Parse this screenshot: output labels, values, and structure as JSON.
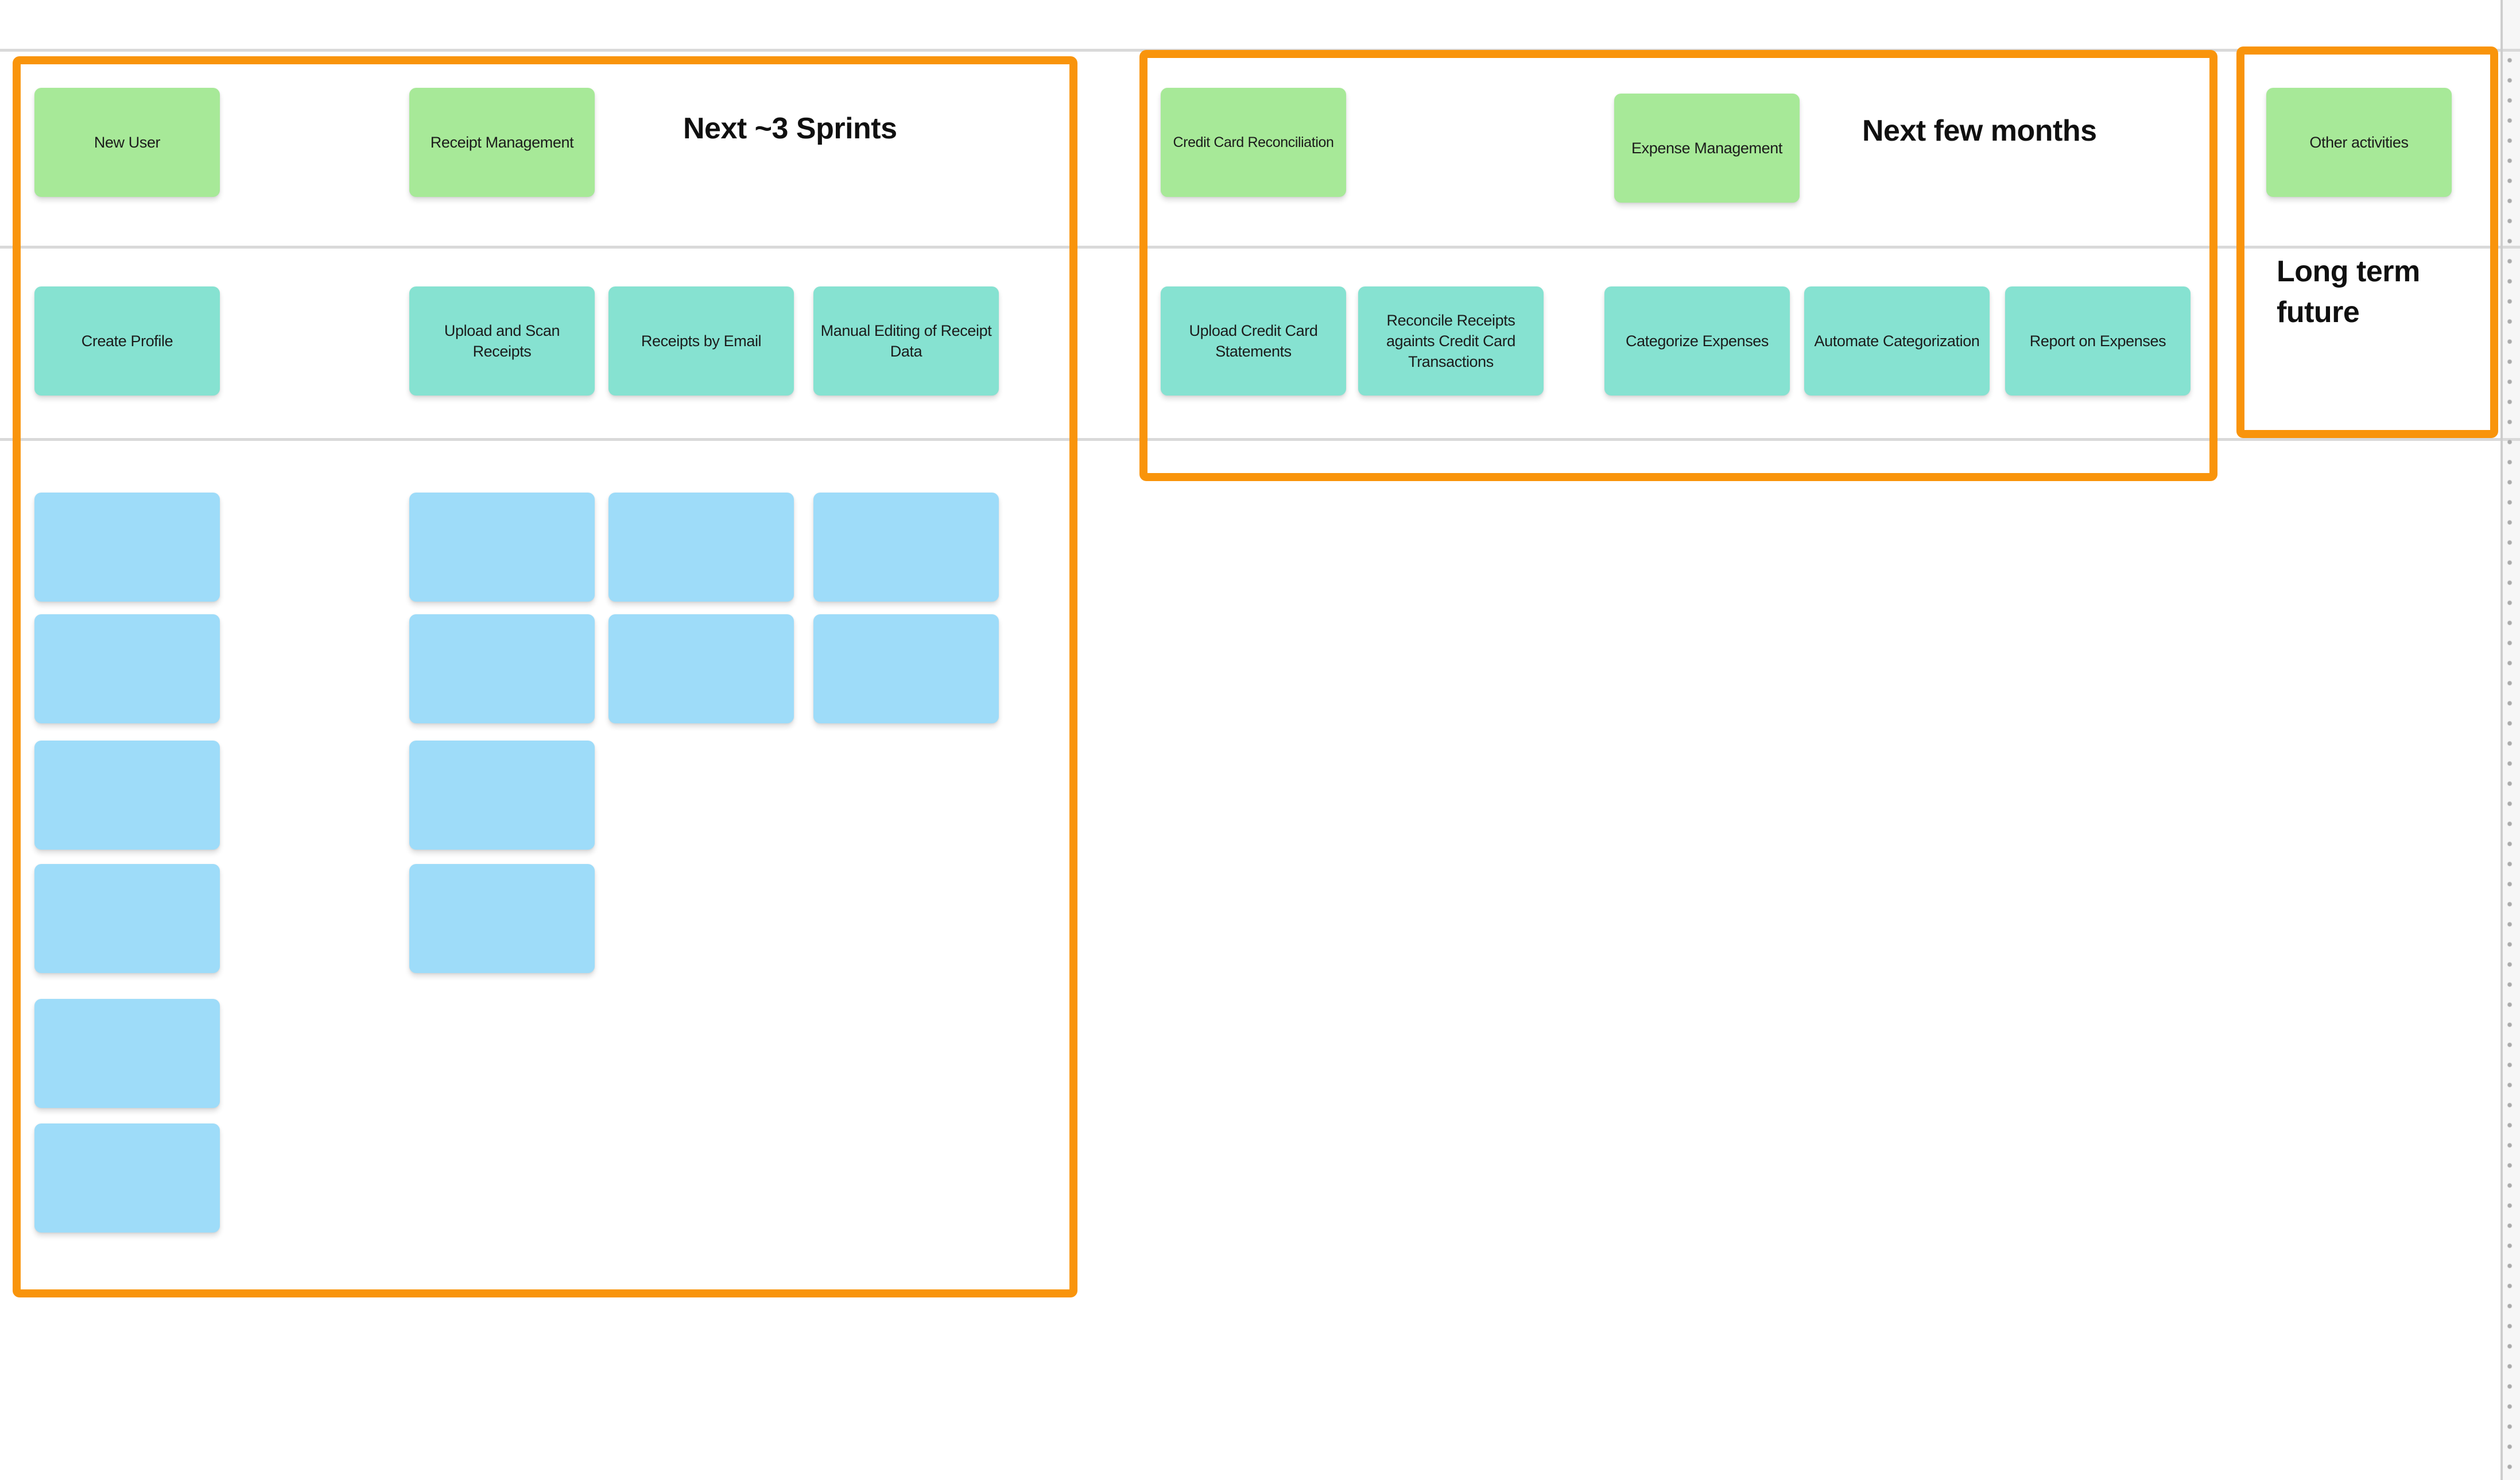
{
  "colors": {
    "frame_orange": "#F9940B",
    "epic_green": "#A7E998",
    "feature_teal": "#86E2D1",
    "story_blue": "#9EDCF9",
    "divider_gray": "#D9D9D9",
    "edge_line_gray": "#CDCDCD",
    "dot_gray": "#ABABAB",
    "text_dark": "#1C1C1C"
  },
  "frames": {
    "sprints": {
      "title": "Next ~3 Sprints"
    },
    "months": {
      "title": "Next few months"
    },
    "future": {
      "title": "Long term future"
    }
  },
  "epics": [
    {
      "label": "New User"
    },
    {
      "label": "Receipt Management"
    },
    {
      "label": "Credit Card Reconciliation"
    },
    {
      "label": "Expense Management"
    },
    {
      "label": "Other activities"
    }
  ],
  "features": [
    {
      "label": "Create Profile"
    },
    {
      "label": "Upload and Scan Receipts"
    },
    {
      "label": "Receipts by Email"
    },
    {
      "label": "Manual Editing of Receipt Data"
    },
    {
      "label": "Upload Credit Card Statements"
    },
    {
      "label": "Reconcile Receipts againts Credit Card Transactions"
    },
    {
      "label": "Categorize Expenses"
    },
    {
      "label": "Automate Categorization"
    },
    {
      "label": "Report on Expenses"
    }
  ]
}
